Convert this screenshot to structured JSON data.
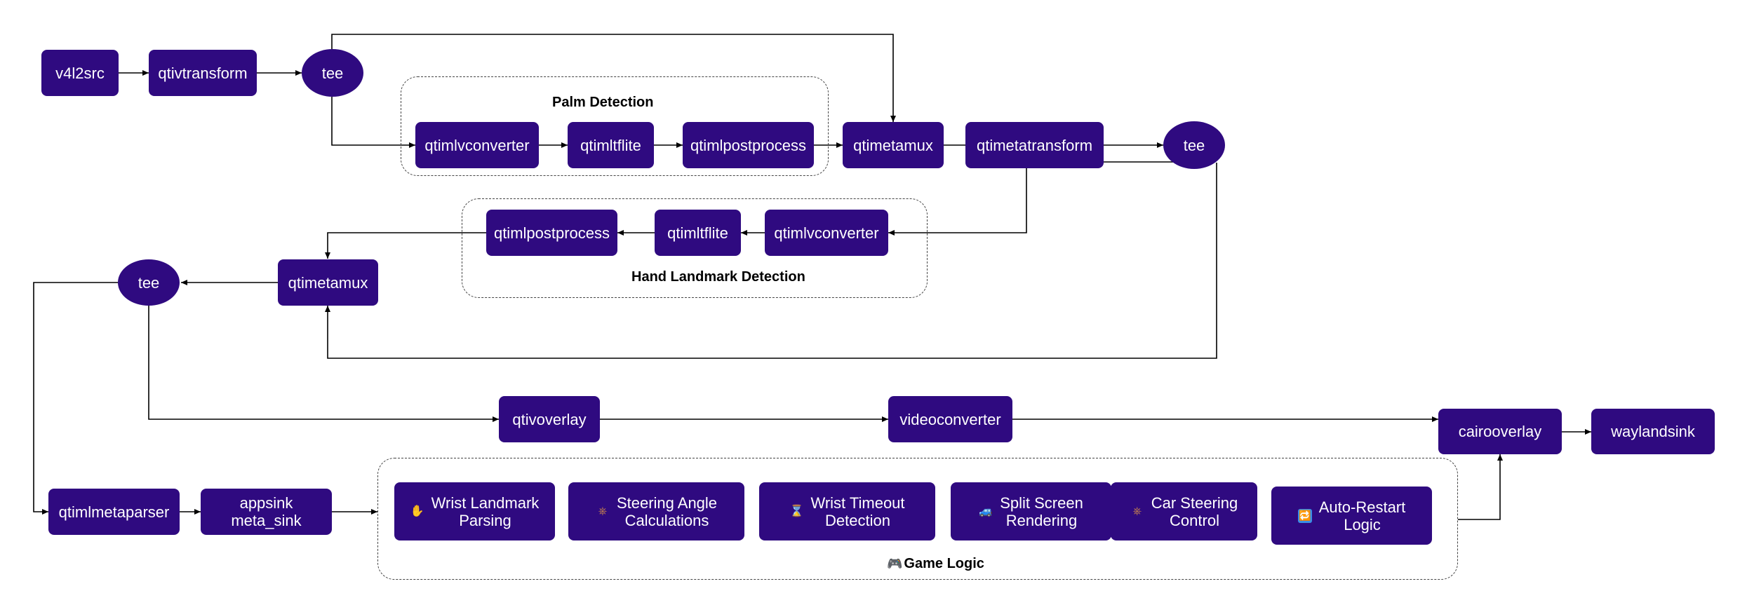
{
  "colors": {
    "node_fill": "#2f0a80",
    "node_text": "#ffffff",
    "edge": "#000000",
    "group_border": "#444444"
  },
  "groups": {
    "palm": {
      "title": "Palm Detection"
    },
    "hand": {
      "title": "Hand Landmark Detection"
    },
    "game": {
      "title": "Game Logic",
      "icon": "gamepad-icon"
    }
  },
  "nodes": {
    "v4l2src": "v4l2src",
    "qtivtransform": "qtivtransform",
    "tee1": "tee",
    "palm_converter": "qtimlvconverter",
    "palm_tflite": "qtimltflite",
    "palm_postprocess": "qtimlpostprocess",
    "metamux1": "qtimetamux",
    "metatransform": "qtimetatransform",
    "tee2": "tee",
    "hand_postprocess": "qtimlpostprocess",
    "hand_tflite": "qtimltflite",
    "hand_converter": "qtimlvconverter",
    "metamux2": "qtimetamux",
    "tee3": "tee",
    "qtivoverlay": "qtivoverlay",
    "videoconverter": "videoconverter",
    "cairooverlay": "cairooverlay",
    "waylandsink": "waylandsink",
    "metaparser": "qtimlmetaparser",
    "appsink": "appsink\nmeta_sink"
  },
  "game_items": [
    {
      "icon": "hand-icon",
      "label": "Wrist Landmark\nParsing"
    },
    {
      "icon": "steering-wheel-icon",
      "label": "Steering Angle\nCalculations"
    },
    {
      "icon": "hourglass-icon",
      "label": "Wrist Timeout\nDetection"
    },
    {
      "icon": "car-icon",
      "label": "Split Screen\nRendering"
    },
    {
      "icon": "steering-wheel-icon",
      "label": "Car Steering\nControl"
    },
    {
      "icon": "restart-icon",
      "label": "Auto-Restart\nLogic"
    }
  ]
}
